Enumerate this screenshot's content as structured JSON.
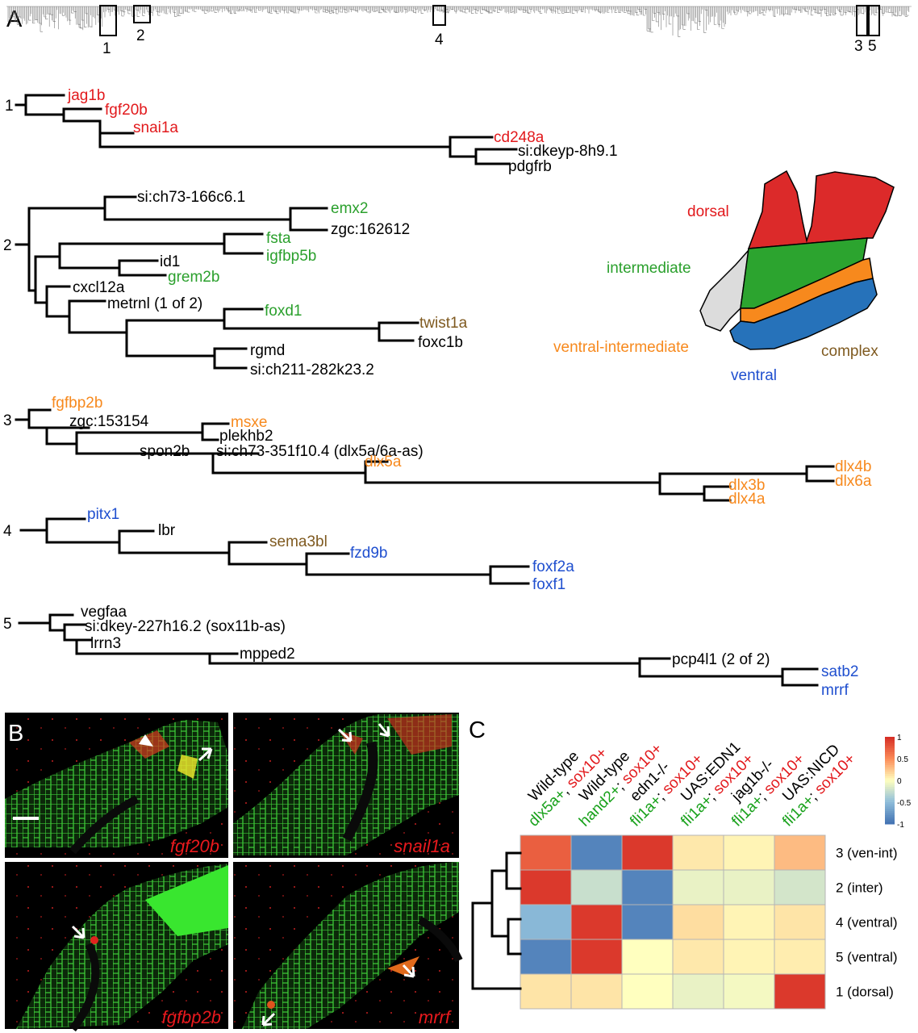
{
  "colors": {
    "dorsal": "#e2191c",
    "intermediate": "#2ba02d",
    "ventral_intermediate": "#f7891d",
    "ventral": "#1f4fcf",
    "complex": "#7f5a20",
    "black": "#000000",
    "green_label": "#18a11b"
  },
  "panels": {
    "A": "A",
    "B": "B",
    "C": "C"
  },
  "overview": {
    "box_labels": [
      "1",
      "2",
      "4",
      "3",
      "5"
    ]
  },
  "subtree1": {
    "num": "1",
    "genes": [
      {
        "text": "jag1b",
        "group": "dorsal"
      },
      {
        "text": "fgf20b",
        "group": "dorsal"
      },
      {
        "text": "snai1a",
        "group": "dorsal"
      },
      {
        "text": "cd248a",
        "group": "dorsal"
      },
      {
        "text": "si:dkeyp-8h9.1",
        "group": "black"
      },
      {
        "text": "pdgfrb",
        "group": "black"
      }
    ]
  },
  "subtree2": {
    "num": "2",
    "genes": [
      {
        "text": "si:ch73-166c6.1",
        "group": "black"
      },
      {
        "text": "emx2",
        "group": "intermediate"
      },
      {
        "text": "zgc:162612",
        "group": "black"
      },
      {
        "text": "fsta",
        "group": "intermediate"
      },
      {
        "text": "igfbp5b",
        "group": "intermediate"
      },
      {
        "text": "id1",
        "group": "black"
      },
      {
        "text": "grem2b",
        "group": "intermediate"
      },
      {
        "text": "cxcl12a",
        "group": "black"
      },
      {
        "text": "metrnl (1 of 2)",
        "group": "black"
      },
      {
        "text": "foxd1",
        "group": "intermediate"
      },
      {
        "text": "twist1a",
        "group": "complex"
      },
      {
        "text": "foxc1b",
        "group": "black"
      },
      {
        "text": "rgmd",
        "group": "black"
      },
      {
        "text": "si:ch211-282k23.2",
        "group": "black"
      }
    ]
  },
  "subtree3": {
    "num": "3",
    "genes": [
      {
        "text": "fgfbp2b",
        "group": "ventral_intermediate"
      },
      {
        "text": "zgc:153154",
        "group": "black"
      },
      {
        "text": "msxe",
        "group": "ventral_intermediate"
      },
      {
        "text": "plekhb2",
        "group": "black"
      },
      {
        "text": "spon2b",
        "group": "black"
      },
      {
        "text": "si:ch73-351f10.4 (dlx5a/6a-as)",
        "group": "black"
      },
      {
        "text": "dlx5a",
        "group": "ventral_intermediate"
      },
      {
        "text": "dlx4b",
        "group": "ventral_intermediate"
      },
      {
        "text": "dlx6a",
        "group": "ventral_intermediate"
      },
      {
        "text": "dlx3b",
        "group": "ventral_intermediate"
      },
      {
        "text": "dlx4a",
        "group": "ventral_intermediate"
      }
    ]
  },
  "subtree4": {
    "num": "4",
    "genes": [
      {
        "text": "pitx1",
        "group": "ventral"
      },
      {
        "text": "lbr",
        "group": "black"
      },
      {
        "text": "sema3bl",
        "group": "complex"
      },
      {
        "text": "fzd9b",
        "group": "ventral"
      },
      {
        "text": "foxf2a",
        "group": "ventral"
      },
      {
        "text": "foxf1",
        "group": "ventral"
      }
    ]
  },
  "subtree5": {
    "num": "5",
    "genes": [
      {
        "text": "vegfaa",
        "group": "black"
      },
      {
        "text": "si:dkey-227h16.2 (sox11b-as)",
        "group": "black"
      },
      {
        "text": "lrrn3",
        "group": "black"
      },
      {
        "text": "mpped2",
        "group": "black"
      },
      {
        "text": "pcp4l1 (2 of 2)",
        "group": "black"
      },
      {
        "text": "satb2",
        "group": "ventral"
      },
      {
        "text": "mrrf",
        "group": "ventral"
      }
    ]
  },
  "legend": {
    "dorsal": "dorsal",
    "intermediate": "intermediate",
    "ventral_intermediate": "ventral-intermediate",
    "complex": "complex",
    "ventral": "ventral"
  },
  "panelB": {
    "images": [
      {
        "label": "fgf20b"
      },
      {
        "label": "snail1a"
      },
      {
        "label": "fgfbp2b"
      },
      {
        "label": "mrrf"
      }
    ]
  },
  "heatmap": {
    "columns": [
      {
        "line1": "Wild-type",
        "line2a": "dlx5a+",
        "line2b": ", ",
        "line2c": "sox10+"
      },
      {
        "line1": "Wild-type",
        "line2a": "hand2+",
        "line2b": "; ",
        "line2c": "sox10+"
      },
      {
        "line1": "edn1-/-",
        "line2a": "fli1a+",
        "line2b": "; ",
        "line2c": "sox10+"
      },
      {
        "line1": "UAS:EDN1",
        "line2a": "fli1a+",
        "line2b": "; ",
        "line2c": "sox10+"
      },
      {
        "line1": "jag1b-/-",
        "line2a": "fli1a+",
        "line2b": "; ",
        "line2c": "sox10+"
      },
      {
        "line1": "UAS:NICD",
        "line2a": "fli1a+",
        "line2b": "; ",
        "line2c": "sox10+"
      }
    ],
    "rows": [
      {
        "label": "3 (ven-int)",
        "values": [
          0.75,
          -0.9,
          0.95,
          0.1,
          0.05,
          0.3
        ]
      },
      {
        "label": "2 (inter)",
        "values": [
          0.95,
          -0.25,
          -0.9,
          -0.1,
          -0.1,
          -0.2
        ]
      },
      {
        "label": "4 (ventral)",
        "values": [
          -0.55,
          0.95,
          -0.9,
          0.15,
          0.05,
          0.12
        ]
      },
      {
        "label": "5 (ventral)",
        "values": [
          -0.9,
          0.95,
          0.0,
          0.1,
          0.05,
          0.08
        ]
      },
      {
        "label": "1 (dorsal)",
        "values": [
          0.12,
          0.12,
          0.0,
          -0.1,
          -0.05,
          0.95
        ]
      }
    ],
    "colorbar": {
      "ticks": [
        "1",
        "0.5",
        "0",
        "-0.5",
        "-1"
      ],
      "min": -1,
      "max": 1
    }
  }
}
